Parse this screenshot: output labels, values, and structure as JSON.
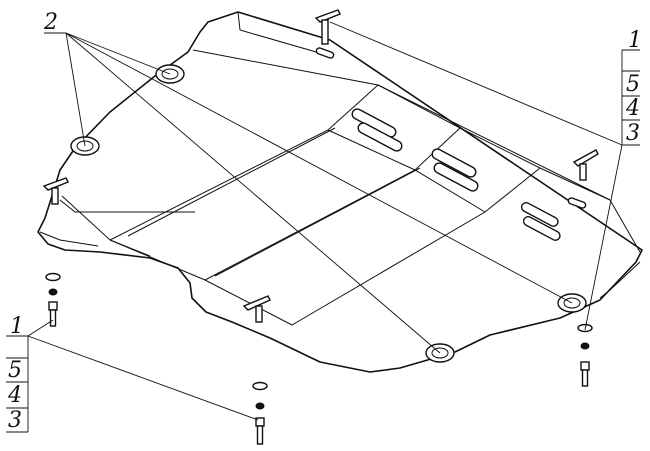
{
  "callouts": {
    "top_left": "2",
    "top_right": [
      "1",
      "5",
      "4",
      "3"
    ],
    "bottom_left": [
      "1",
      "5",
      "4",
      "3"
    ]
  },
  "parts": {
    "plate": "skid-plate",
    "fasteners": [
      "bolt-icon",
      "washer-icon",
      "spring-washer-icon",
      "bracket-icon",
      "grommet-icon"
    ]
  }
}
